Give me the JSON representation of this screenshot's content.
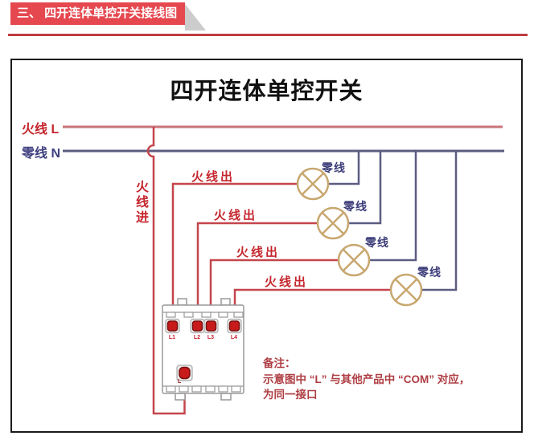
{
  "header": {
    "banner": "三、 四开连体单控开关接线图"
  },
  "diagram": {
    "title": "四开连体单控开关",
    "labels": {
      "live": "火线 L",
      "neutral": "零线 N",
      "live_in": "火线进",
      "live_out": "火线出",
      "neutral_out": "零线"
    },
    "switch": {
      "terminals": [
        "L1",
        "L2",
        "L3",
        "L4"
      ],
      "common": "L"
    },
    "note": {
      "line1": "备注：",
      "line2": "示意图中 “L” 与其他产品中 “COM” 对应，",
      "line3": "为同一接口"
    },
    "colors": {
      "banner_red": "#e5484f",
      "rule_red": "#bf3b41",
      "live_wire": "#c5454c",
      "live_wire_main": "#c97479",
      "neutral_wire": "#5c5c82",
      "lamp": "#c8a76f",
      "terminal_red": "#c81a1a",
      "terminal_border": "#7a1010",
      "switch_body": "#999999",
      "note_text": "#ae3d43",
      "label_red": "#c5262e",
      "label_navy": "#3d3d7a"
    }
  }
}
